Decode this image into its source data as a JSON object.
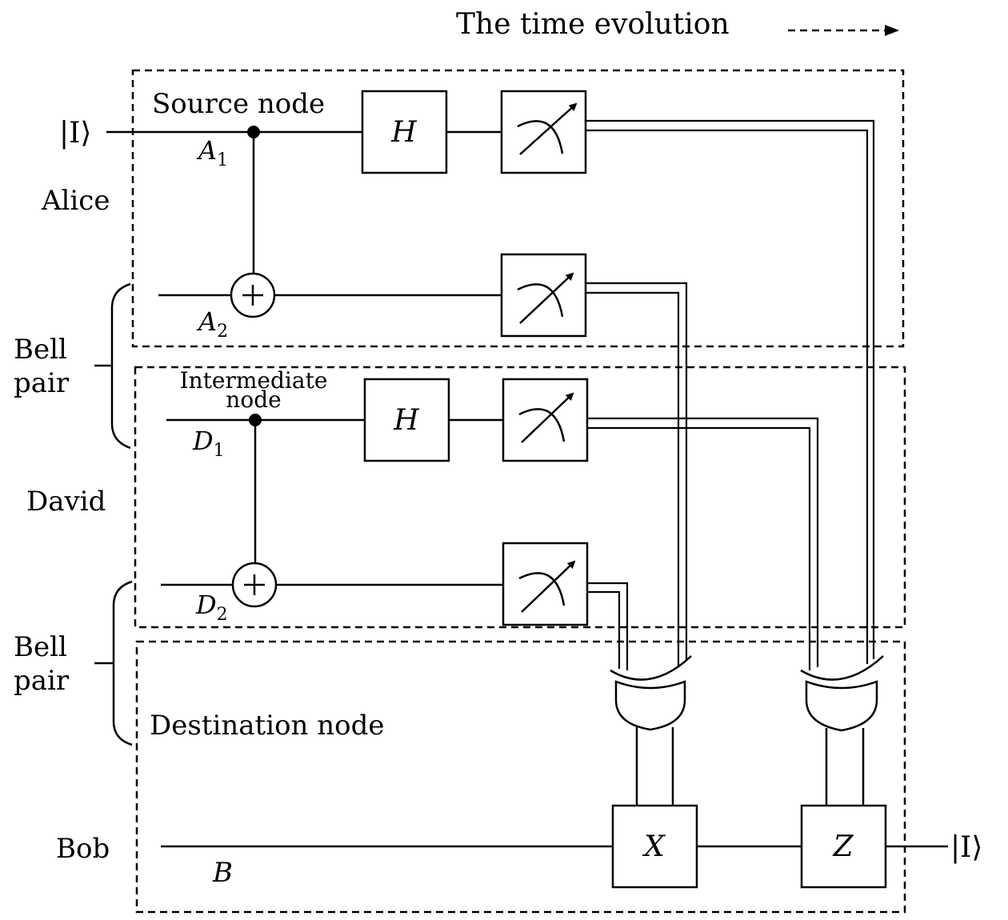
{
  "header": {
    "time_label": "The time evolution"
  },
  "nodes": {
    "source": "Source node",
    "intermediate_line1": "Intermediate",
    "intermediate_line2": "node",
    "destination": "Destination node"
  },
  "parties": {
    "alice": "Alice",
    "david": "David",
    "bob": "Bob"
  },
  "bell_pair": {
    "line1": "Bell",
    "line2": "pair"
  },
  "qubits": {
    "a1": {
      "base": "A",
      "sub": "1"
    },
    "a2": {
      "base": "A",
      "sub": "2"
    },
    "d1": {
      "base": "D",
      "sub": "1"
    },
    "d2": {
      "base": "D",
      "sub": "2"
    },
    "b": {
      "base": "B"
    }
  },
  "gates": {
    "hadamard": "H",
    "x": "X",
    "z": "Z"
  },
  "states": {
    "input": "|I⟩",
    "output": "|I⟩"
  }
}
